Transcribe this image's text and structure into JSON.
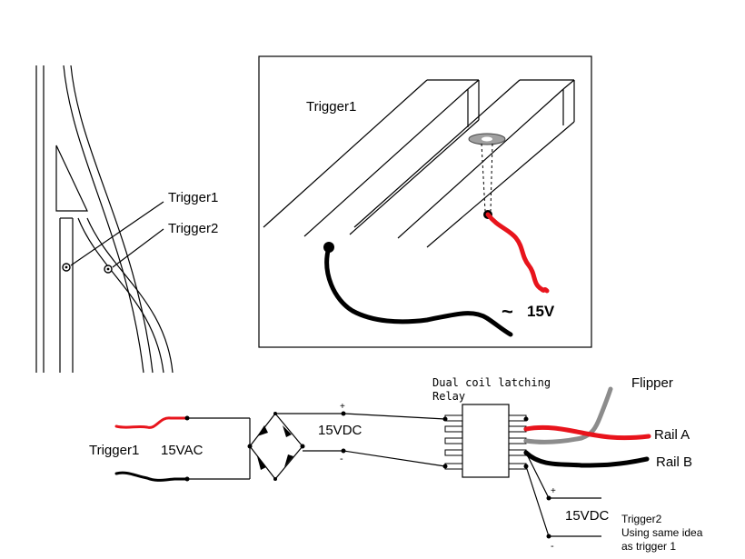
{
  "switch_view": {
    "trigger1_label": "Trigger1",
    "trigger2_label": "Trigger2"
  },
  "rail_detail": {
    "trigger_label": "Trigger1",
    "voltage_label": "15V",
    "ac_symbol": "~"
  },
  "circuit": {
    "trigger1_label": "Trigger1",
    "vac_label": "15VAC",
    "vdc_label": "15VDC",
    "plus_sign": "+",
    "minus_sign": "-",
    "relay_label_line1": "Dual coil latching",
    "relay_label_line2": "Relay",
    "flipper_label": "Flipper",
    "rail_a_label": "Rail A",
    "rail_b_label": "Rail B",
    "trigger2_vdc_label": "15VDC",
    "trigger2_note_line1": "Trigger2",
    "trigger2_note_line2": "Using same idea",
    "trigger2_note_line3": "as trigger 1",
    "colors": {
      "red_wire": "#e8141c",
      "black_wire": "#000000",
      "gray_wire": "#8c8c8c"
    }
  }
}
